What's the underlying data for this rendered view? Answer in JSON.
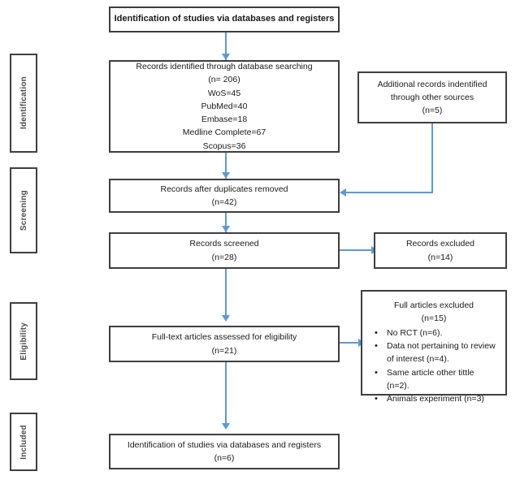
{
  "diagram": {
    "title": "PRISMA study selection flow diagram",
    "accent_color": "#5b9bd5",
    "border_color": "#3f3f3f",
    "phases": [
      {
        "label": "Identification"
      },
      {
        "label": "Screening"
      },
      {
        "label": "Eligibility"
      },
      {
        "label": "Included"
      }
    ],
    "boxes": {
      "header": {
        "line1": "Identification of studies via databases and registers"
      },
      "database_search": {
        "line1": "Records identified through database searching",
        "line2": "(n= 206)",
        "line3": "WoS=45",
        "line4": "PubMed=40",
        "line5": "Embase=18",
        "line6": "Medline Complete=67",
        "line7": "Scopus=36"
      },
      "additional_records": {
        "line1": "Additional records indentified",
        "line2": "through other sources",
        "line3": "(n=5)"
      },
      "duplicates_removed": {
        "line1": "Records after duplicates removed",
        "line2": "(n=42)"
      },
      "records_screened": {
        "line1": "Records screened",
        "line2": "(n=28)"
      },
      "records_excluded": {
        "line1": "Records excluded",
        "line2": "(n=14)"
      },
      "fulltext_assessed": {
        "line1": "Full-text articles assessed for eligibility",
        "line2": "(n=21)"
      },
      "fulltext_excluded": {
        "heading1": "Full articles excluded",
        "heading2": "(n=15)",
        "reasons": [
          "No RCT (n=6).",
          "Data not pertaining to review of interest (n=4).",
          "Same article other tittle (n=2).",
          "Animals experiment (n=3)"
        ]
      },
      "included_studies": {
        "line1": "Identification of studies via databases and registers",
        "line2": "(n=6)"
      }
    }
  }
}
